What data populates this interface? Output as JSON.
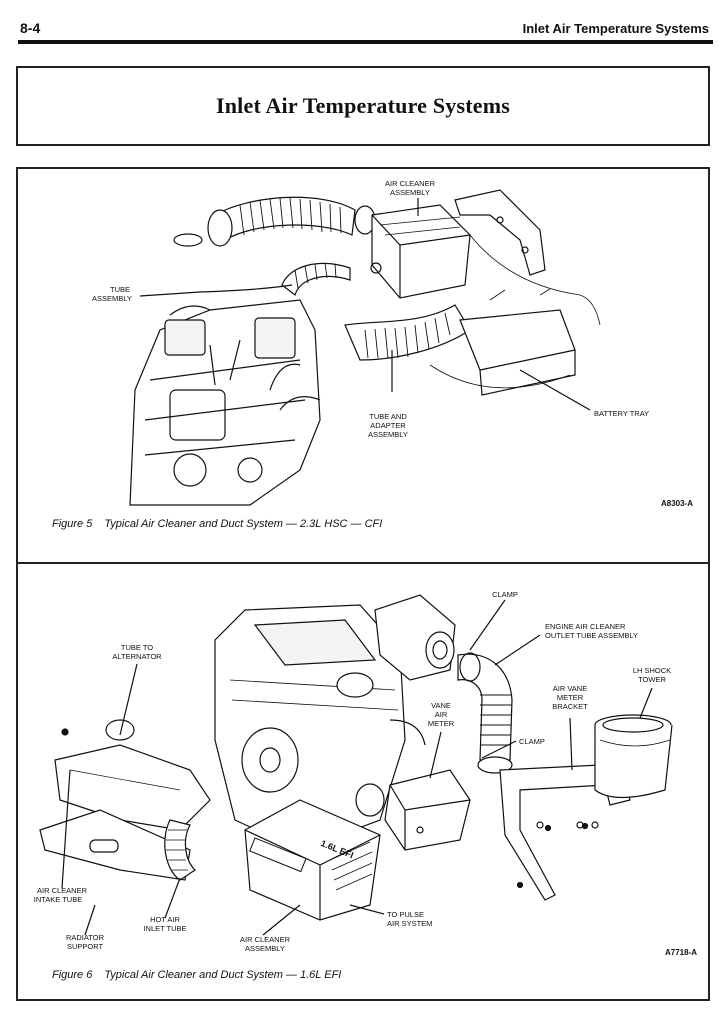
{
  "header": {
    "page_number": "8-4",
    "running_title": "Inlet Air Temperature Systems"
  },
  "title": "Inlet Air Temperature Systems",
  "figure5": {
    "number": "Figure 5",
    "caption": "Typical Air Cleaner and Duct System — 2.3L HSC — CFI",
    "code": "A8303-A",
    "labels": {
      "air_cleaner_assembly_1": "AIR CLEANER",
      "air_cleaner_assembly_2": "ASSEMBLY",
      "tube_assembly_1": "TUBE",
      "tube_assembly_2": "ASSEMBLY",
      "tube_adapter_1": "TUBE AND",
      "tube_adapter_2": "ADAPTER",
      "tube_adapter_3": "ASSEMBLY",
      "battery_tray": "BATTERY TRAY"
    }
  },
  "figure6": {
    "number": "Figure 6",
    "caption": "Typical Air Cleaner and Duct System — 1.6L EFI",
    "code": "A7718-A",
    "decal": "1.6L EFI",
    "labels": {
      "clamp_top": "CLAMP",
      "engine_outlet_1": "ENGINE AIR CLEANER",
      "engine_outlet_2": "OUTLET TUBE ASSEMBLY",
      "tube_alt_1": "TUBE TO",
      "tube_alt_2": "ALTERNATOR",
      "lh_shock_1": "LH SHOCK",
      "lh_shock_2": "TOWER",
      "vane_bracket_1": "AIR VANE",
      "vane_bracket_2": "METER",
      "vane_bracket_3": "BRACKET",
      "vane_meter_1": "VANE",
      "vane_meter_2": "AIR",
      "vane_meter_3": "METER",
      "clamp_mid": "CLAMP",
      "intake_tube_1": "AIR CLEANER",
      "intake_tube_2": "INTAKE TUBE",
      "hot_air_1": "HOT AIR",
      "hot_air_2": "INLET TUBE",
      "radiator_1": "RADIATOR",
      "radiator_2": "SUPPORT",
      "assembly_1": "AIR CLEANER",
      "assembly_2": "ASSEMBLY",
      "pulse_1": "TO PULSE",
      "pulse_2": "AIR SYSTEM"
    }
  }
}
